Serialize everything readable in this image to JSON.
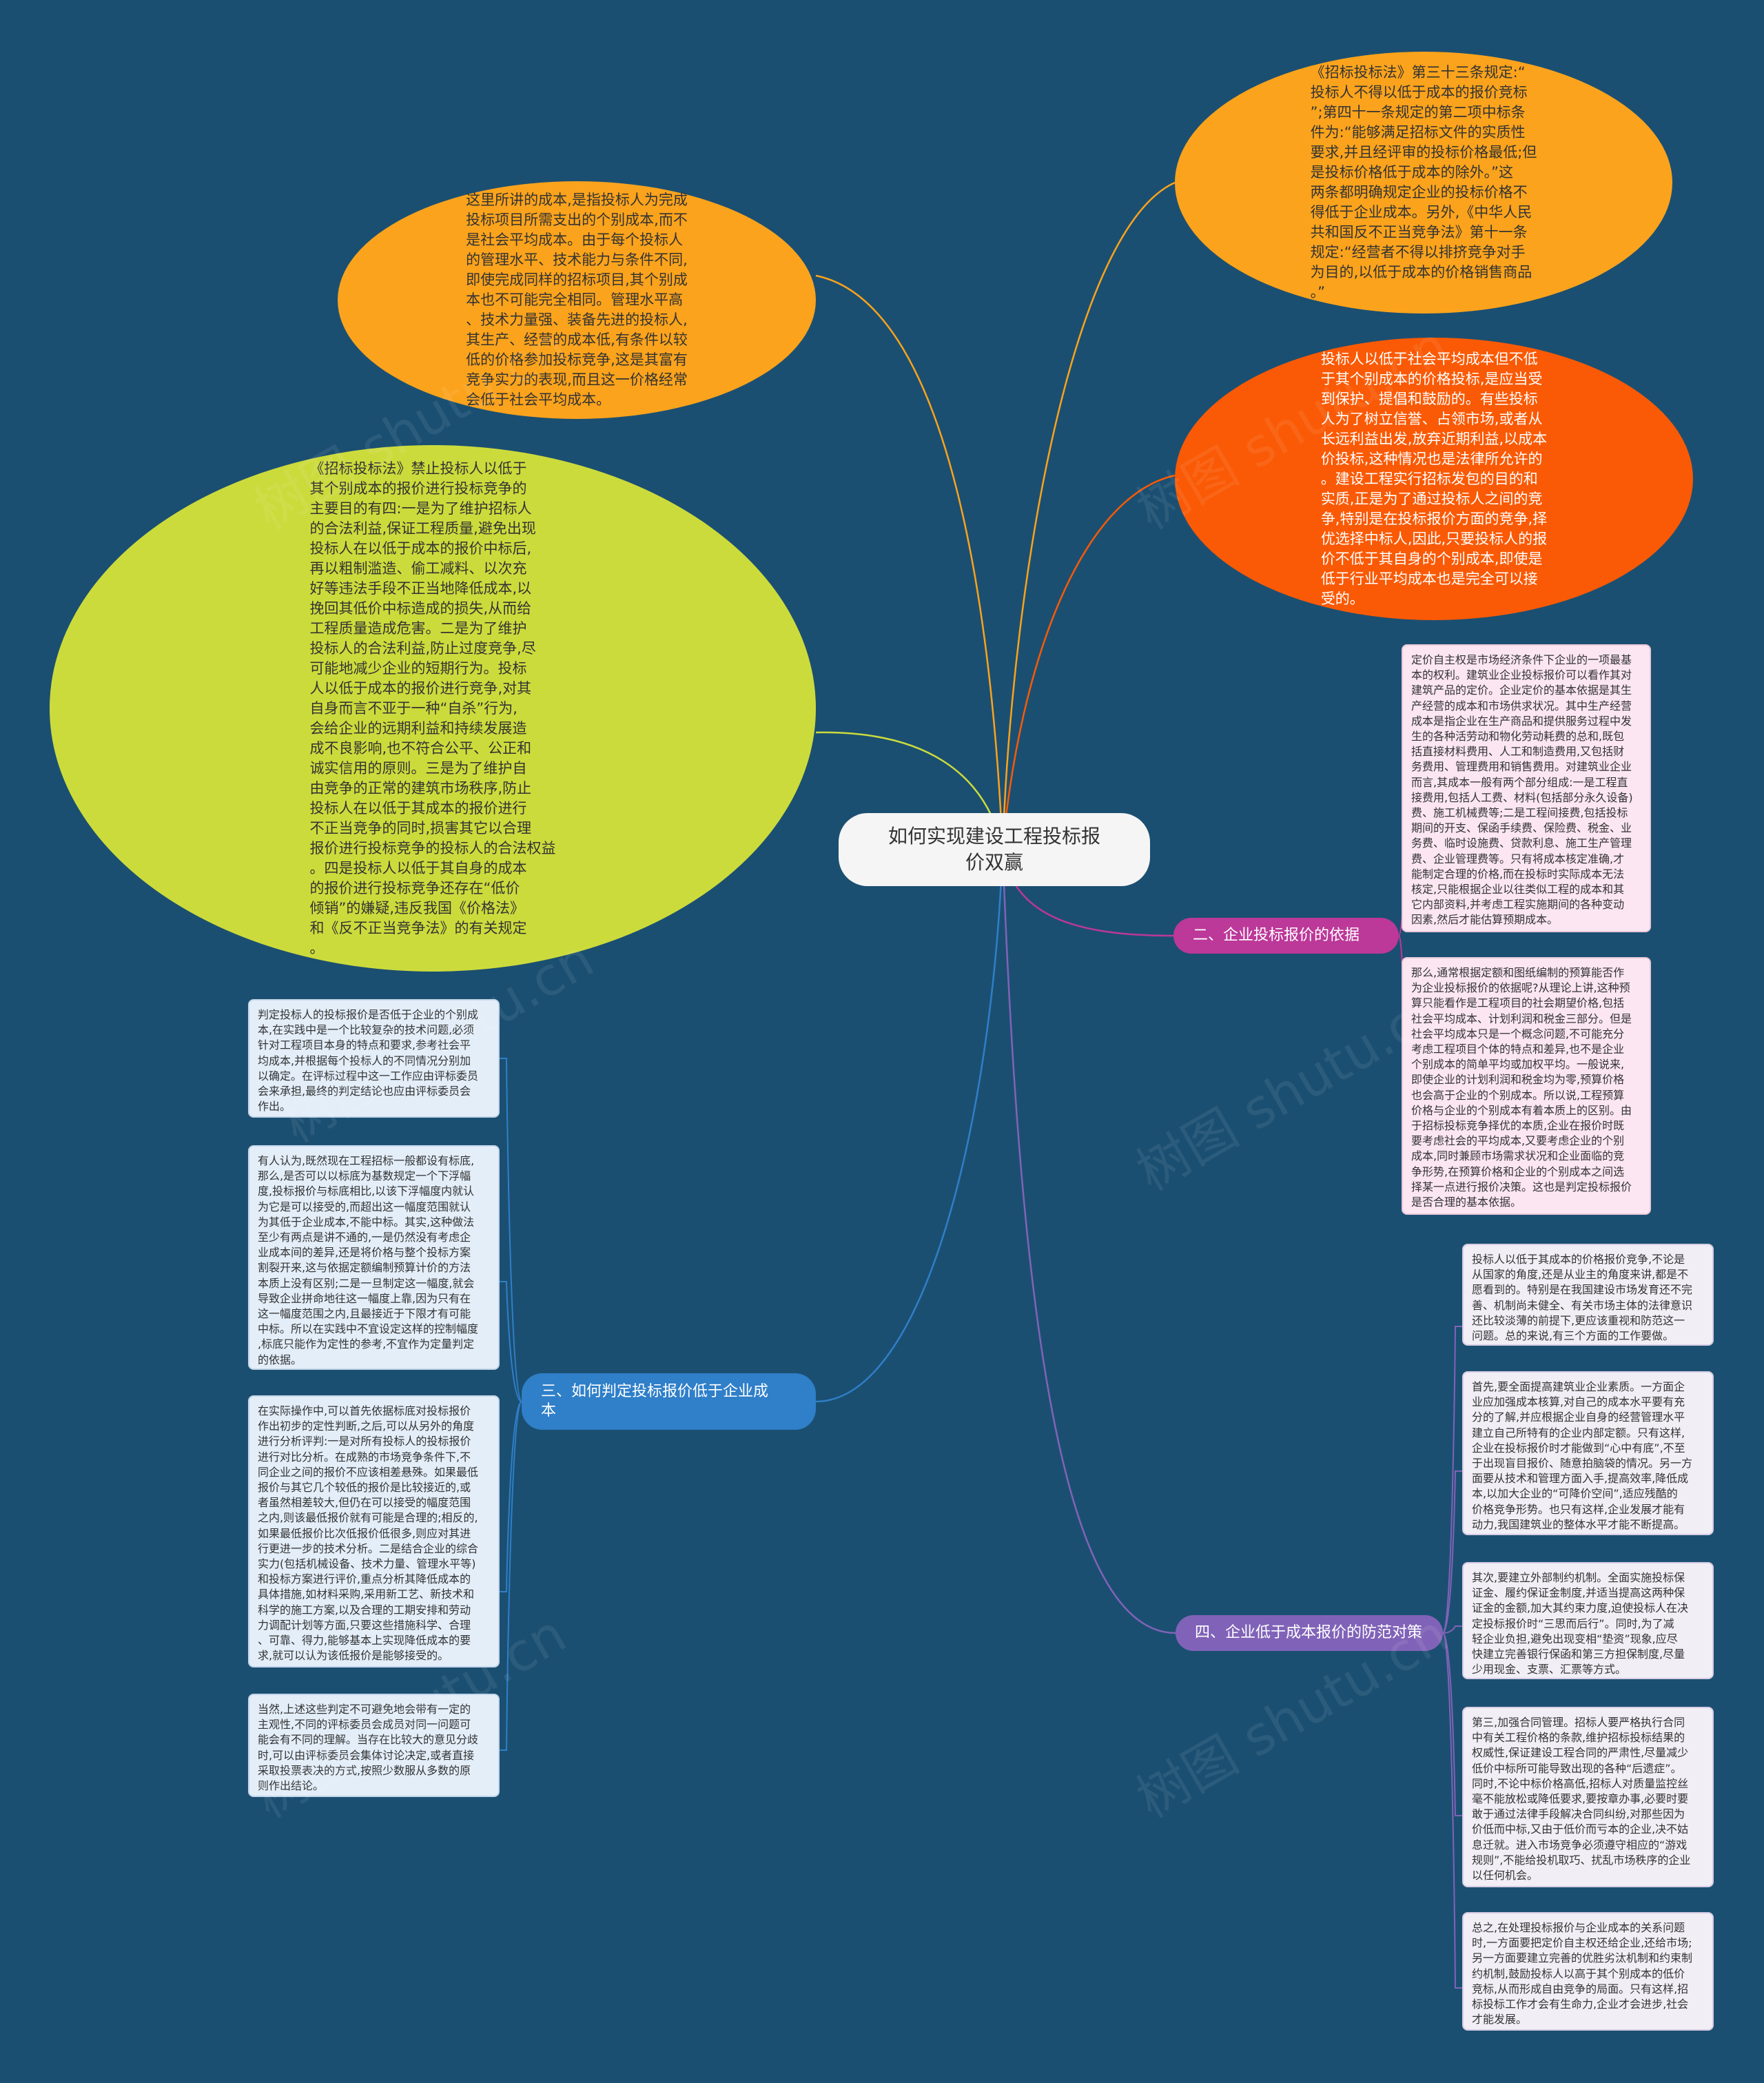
{
  "root": {
    "title": "如何实现建设工程投标报\n价双赢"
  },
  "oval_top_left": {
    "text": "这里所讲的成本,是指投标人为完成\n投标项目所需支出的个别成本,而不\n是社会平均成本。由于每个投标人\n的管理水平、技术能力与条件不同,\n即使完成同样的招标项目,其个别成\n本也不可能完全相同。管理水平高\n、技术力量强、装备先进的投标人,\n其生产、经营的成本低,有条件以较\n低的价格参加投标竞争,这是其富有\n竞争实力的表现,而且这一价格经常\n会低于社会平均成本。"
  },
  "oval_big_left": {
    "text": "《招标投标法》禁止投标人以低于\n其个别成本的报价进行投标竞争的\n主要目的有四:一是为了维护招标人\n的合法利益,保证工程质量,避免出现\n投标人在以低于成本的报价中标后,\n再以粗制滥造、偷工减料、以次充\n好等违法手段不正当地降低成本,以\n挽回其低价中标造成的损失,从而给\n工程质量造成危害。二是为了维护\n投标人的合法利益,防止过度竞争,尽\n可能地减少企业的短期行为。投标\n人以低于成本的报价进行竞争,对其\n自身而言不亚于一种“自杀”行为,\n会给企业的远期利益和持续发展造\n成不良影响,也不符合公平、公正和\n诚实信用的原则。三是为了维护自\n由竞争的正常的建筑市场秩序,防止\n投标人在以低于其成本的报价进行\n不正当竞争的同时,损害其它以合理\n报价进行投标竞争的投标人的合法权益\n。四是投标人以低于其自身的成本\n的报价进行投标竞争还存在“低价\n倾销”的嫌疑,违反我国《价格法》\n和《反不正当竞争法》的有关规定\n。"
  },
  "oval_top_right": {
    "text": "《招标投标法》第三十三条规定:“\n投标人不得以低于成本的报价竞标\n”;第四十一条规定的第二项中标条\n件为:“能够满足招标文件的实质性\n要求,并且经评审的投标价格最低;但\n是投标价格低于成本的除外。”这\n两条都明确规定企业的投标价格不\n得低于企业成本。另外,《中华人民\n共和国反不正当竞争法》第十一条\n规定:“经营者不得以排挤竞争对手\n为目的,以低于成本的价格销售商品\n。”"
  },
  "oval_right": {
    "text": "投标人以低于社会平均成本但不低\n于其个别成本的价格投标,是应当受\n到保护、提倡和鼓励的。有些投标\n人为了树立信誉、占领市场,或者从\n长远利益出发,放弃近期利益,以成本\n价投标,这种情况也是法律所允许的\n。建设工程实行招标发包的目的和\n实质,正是为了通过投标人之间的竞\n争,特别是在投标报价方面的竞争,择\n优选择中标人,因此,只要投标人的报\n价不低于其自身的个别成本,即使是\n低于行业平均成本也是完全可以接\n受的。"
  },
  "branch2": {
    "label": "二、企业投标报价的依据",
    "cards": [
      "定价自主权是市场经济条件下企业的一项最基\n本的权利。建筑业企业投标报价可以看作其对\n建筑产品的定价。企业定价的基本依据是其生\n产经营的成本和市场供求状况。其中生产经营\n成本是指企业在生产商品和提供服务过程中发\n生的各种活劳动和物化劳动耗费的总和,既包\n括直接材料费用、人工和制造费用,又包括财\n务费用、管理费用和销售费用。对建筑业企业\n而言,其成本一般有两个部分组成:一是工程直\n接费用,包括人工费、材料(包括部分永久设备)\n费、施工机械费等;二是工程间接费,包括投标\n期间的开支、保函手续费、保险费、税金、业\n务费、临时设施费、贷款利息、施工生产管理\n费、企业管理费等。只有将成本核定准确,才\n能制定合理的价格,而在投标时实际成本无法\n核定,只能根据企业以往类似工程的成本和其\n它内部资料,并考虑工程实施期间的各种变动\n因素,然后才能估算预期成本。",
      "那么,通常根据定额和图纸编制的预算能否作\n为企业投标报价的依据呢?从理论上讲,这种预\n算只能看作是工程项目的社会期望价格,包括\n社会平均成本、计划利润和税金三部分。但是\n社会平均成本只是一个概念问题,不可能充分\n考虑工程项目个体的特点和差异,也不是企业\n个别成本的简单平均或加权平均。一般说来,\n即使企业的计划利润和税金均为零,预算价格\n也会高于企业的个别成本。所以说,工程预算\n价格与企业的个别成本有着本质上的区别。由\n于招标投标竞争择优的本质,企业在报价时既\n要考虑社会的平均成本,又要考虑企业的个别\n成本,同时兼顾市场需求状况和企业面临的竞\n争形势,在预算价格和企业的个别成本之间选\n择某一点进行报价决策。这也是判定投标报价\n是否合理的基本依据。"
    ]
  },
  "branch3": {
    "label": "三、如何判定投标报价低于企业成\n本",
    "cards": [
      "判定投标人的投标报价是否低于企业的个别成\n本,在实践中是一个比较复杂的技术问题,必须\n针对工程项目本身的特点和要求,参考社会平\n均成本,并根据每个投标人的不同情况分别加\n以确定。在评标过程中这一工作应由评标委员\n会来承担,最终的判定结论也应由评标委员会\n作出。",
      "有人认为,既然现在工程招标一般都设有标底,\n那么,是否可以以标底为基数规定一个下浮幅\n度,投标报价与标底相比,以该下浮幅度内就认\n为它是可以接受的,而超出这一幅度范围就认\n为其低于企业成本,不能中标。其实,这种做法\n至少有两点是讲不通的,一是仍然没有考虑企\n业成本间的差异,还是将价格与整个投标方案\n割裂开来,这与依据定额编制预算计价的方法\n本质上没有区别;二是一旦制定这一幅度,就会\n导致企业拼命地往这一幅度上靠,因为只有在\n这一幅度范围之内,且最接近于下限才有可能\n中标。所以在实践中不宜设定这样的控制幅度\n,标底只能作为定性的参考,不宜作为定量判定\n的依据。",
      "在实际操作中,可以首先依据标底对投标报价\n作出初步的定性判断,之后,可以从另外的角度\n进行分析评判:一是对所有投标人的投标报价\n进行对比分析。在成熟的市场竞争条件下,不\n同企业之间的报价不应该相差悬殊。如果最低\n报价与其它几个较低的报价是比较接近的,或\n者虽然相差较大,但仍在可以接受的幅度范围\n之内,则该最低报价就有可能是合理的;相反的,\n如果最低报价比次低报价低很多,则应对其进\n行更进一步的技术分析。二是结合企业的综合\n实力(包括机械设备、技术力量、管理水平等)\n和投标方案进行评价,重点分析其降低成本的\n具体措施,如材料采购,采用新工艺、新技术和\n科学的施工方案,以及合理的工期安排和劳动\n力调配计划等方面,只要这些措施科学、合理\n、可靠、得力,能够基本上实现降低成本的要\n求,就可以认为该低报价是能够接受的。",
      "当然,上述这些判定不可避免地会带有一定的\n主观性,不同的评标委员会成员对同一问题可\n能会有不同的理解。当存在比较大的意见分歧\n时,可以由评标委员会集体讨论决定,或者直接\n采取投票表决的方式,按照少数服从多数的原\n则作出结论。"
    ]
  },
  "branch4": {
    "label": "四、企业低于成本报价的防范对策",
    "cards": [
      "投标人以低于其成本的价格报价竞争,不论是\n从国家的角度,还是从业主的角度来讲,都是不\n愿看到的。特别是在我国建设市场发育还不完\n善、机制尚未健全、有关市场主体的法律意识\n还比较淡薄的前提下,更应该重视和防范这一\n问题。总的来说,有三个方面的工作要做。",
      "首先,要全面提高建筑业企业素质。一方面企\n业应加强成本核算,对自己的成本水平要有充\n分的了解,并应根据企业自身的经营管理水平\n建立自己所特有的企业内部定额。只有这样,\n企业在投标报价时才能做到“心中有底”,不至\n于出现盲目报价、随意拍脑袋的情况。另一方\n面要从技术和管理方面入手,提高效率,降低成\n本,以加大企业的“可降价空间”,适应残酷的\n价格竞争形势。也只有这样,企业发展才能有\n动力,我国建筑业的整体水平才能不断提高。",
      "其次,要建立外部制约机制。全面实施投标保\n证金、履约保证金制度,并适当提高这两种保\n证金的金额,加大其约束力度,迫使投标人在决\n定投标报价时“三思而后行”。同时,为了减\n轻企业负担,避免出现变相“垫资”现象,应尽\n快建立完善银行保函和第三方担保制度,尽量\n少用现金、支票、汇票等方式。",
      "第三,加强合同管理。招标人要严格执行合同\n中有关工程价格的条款,维护招标投标结果的\n权威性,保证建设工程合同的严肃性,尽量减少\n低价中标所可能导致出现的各种“后遗症”。\n同时,不论中标价格高低,招标人对质量监控丝\n毫不能放松或降低要求,要按章办事,必要时要\n敢于通过法律手段解决合同纠纷,对那些因为\n价低而中标,又由于低价而亏本的企业,决不姑\n息迁就。进入市场竞争必须遵守相应的“游戏\n规则”,不能给投机取巧、扰乱市场秩序的企业\n以任何机会。",
      "总之,在处理投标报价与企业成本的关系问题\n时,一方面要把定价自主权还给企业,还给市场;\n另一方面要建立完善的优胜劣汰机制和约束制\n约机制,鼓励投标人以高于其个别成本的低价\n竞标,从而形成自由竞争的局面。只有这样,招\n标投标工作才会有生命力,企业才会进步,社会\n才能发展。"
    ]
  },
  "watermark": "树图 shutu.cn",
  "colors": {
    "background": "#1b4f71",
    "orange": "#fba31c",
    "red_orange": "#fa5a05",
    "yellow_green": "#ccdb3c",
    "magenta": "#bc3899",
    "blue": "#2f7fc9",
    "purple": "#8063b8"
  }
}
